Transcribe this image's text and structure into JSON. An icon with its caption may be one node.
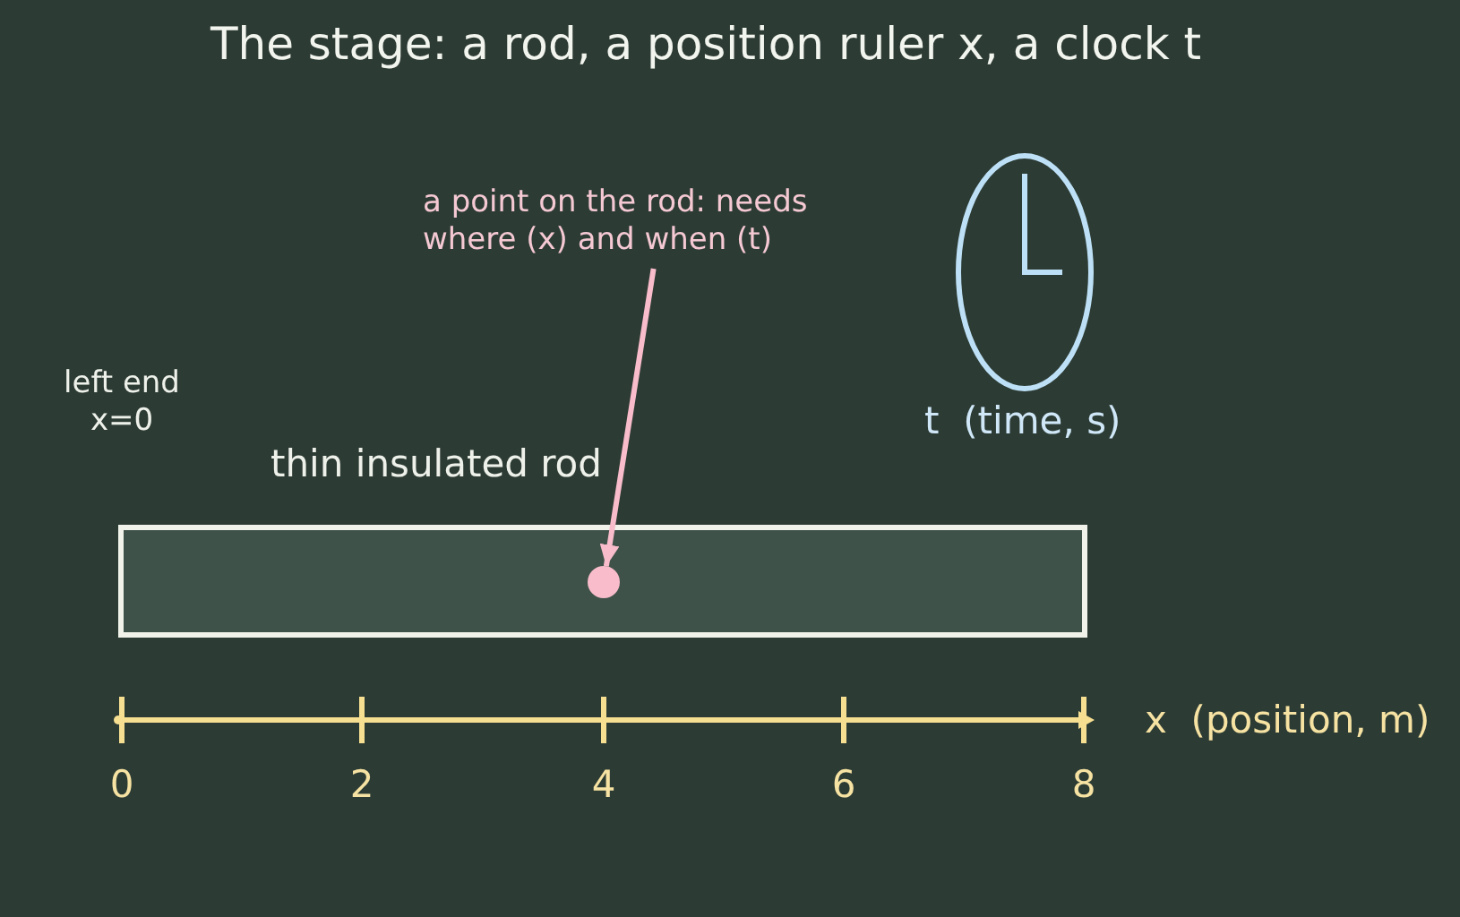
{
  "diagram": {
    "title": "The stage: a rod, a position ruler x, a clock t",
    "nodes": [
      {
        "text": [
          "thin insulated rod"
        ]
      },
      {
        "text": [],
        "shape": "circle",
        "in": 0
      },
      {
        "text": [
          "a point on the rod: needs where (x) and when (t)"
        ]
      }
    ],
    "edges": [
      {
        "from": 2,
        "to": 1,
        "arrow": "to"
      }
    ],
    "labels": [
      "left end x=0",
      "t  (time, s)",
      "x  (position, m)",
      "0",
      "2",
      "4",
      "6",
      "8"
    ]
  }
}
